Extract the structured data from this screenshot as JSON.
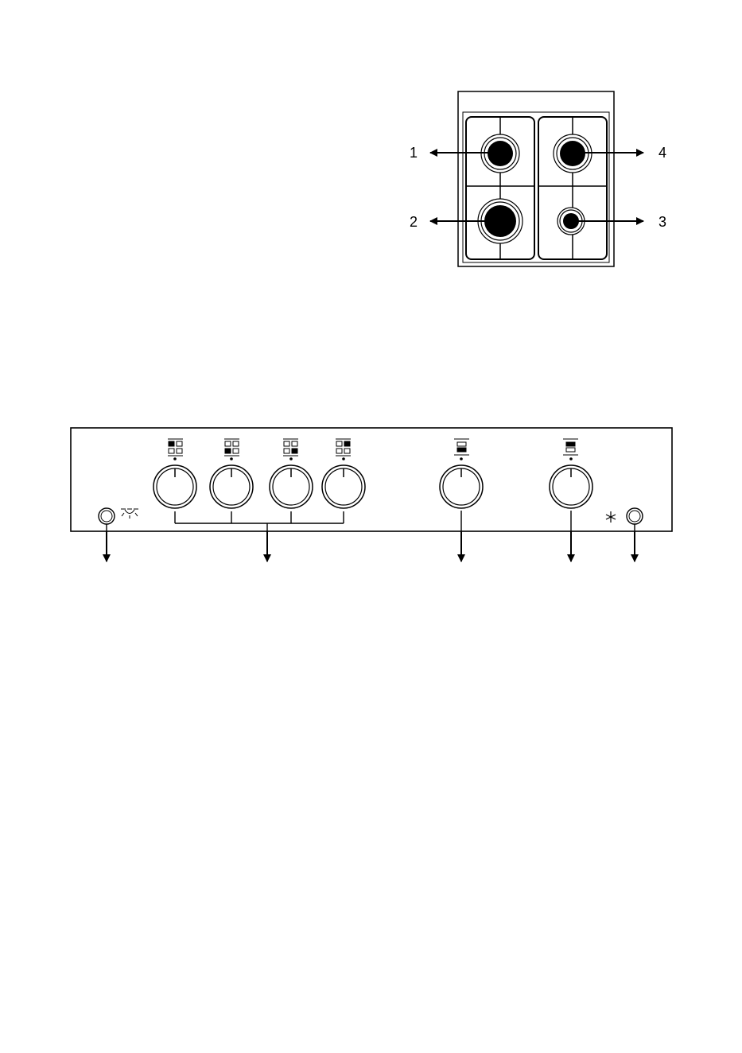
{
  "hob": {
    "burners": [
      {
        "number": "1"
      },
      {
        "number": "2"
      },
      {
        "number": "3"
      },
      {
        "number": "4"
      }
    ]
  },
  "control_panel": {
    "hotplate_knobs": [
      {
        "symbol": "front-left-zone-icon"
      },
      {
        "symbol": "rear-left-zone-icon"
      },
      {
        "symbol": "rear-right-zone-icon"
      },
      {
        "symbol": "front-right-zone-icon"
      }
    ],
    "oven_knob_left": {
      "symbol": "bottom-heat-icon"
    },
    "oven_knob_right": {
      "symbol": "top-heat-icon"
    },
    "left_indicator": {
      "symbol": "light-icon"
    },
    "right_indicator": {
      "symbol": "thermostat-icon"
    }
  },
  "colors": {
    "line": "#000000",
    "background": "#ffffff"
  }
}
